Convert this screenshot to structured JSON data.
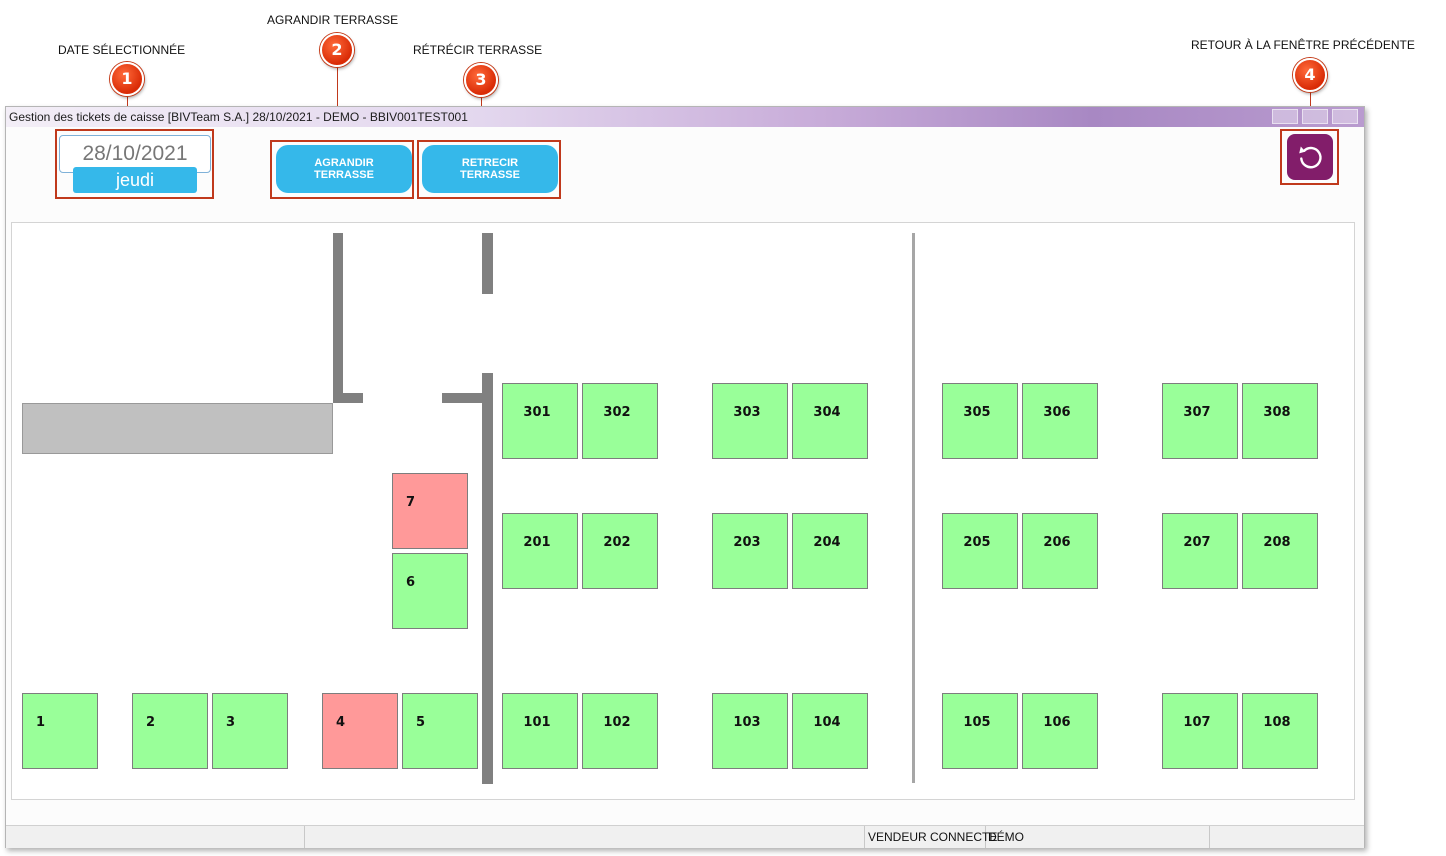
{
  "annotations": [
    {
      "number": "1",
      "label": "DATE SÉLECTIONNÉE"
    },
    {
      "number": "2",
      "label": "AGRANDIR TERRASSE"
    },
    {
      "number": "3",
      "label": "RÉTRÉCIR TERRASSE"
    },
    {
      "number": "4",
      "label": "RETOUR À LA FENÊTRE PRÉCÉDENTE"
    }
  ],
  "window": {
    "title": "Gestion des tickets de caisse   [BIVTeam S.A.]   28/10/2021  -  DEMO - BBIV001TEST001"
  },
  "toolbar": {
    "date": "28/10/2021",
    "day": "jeudi",
    "enlarge_label": "AGRANDIR\nTERRASSE",
    "shrink_label": "RETRECIR\nTERRASSE"
  },
  "tables": {
    "t1": {
      "label": "1",
      "status": "free"
    },
    "t2": {
      "label": "2",
      "status": "free"
    },
    "t3": {
      "label": "3",
      "status": "free"
    },
    "t4": {
      "label": "4",
      "status": "busy"
    },
    "t5": {
      "label": "5",
      "status": "free"
    },
    "t6": {
      "label": "6",
      "status": "free"
    },
    "t7": {
      "label": "7",
      "status": "busy"
    },
    "t101": {
      "label": "101",
      "status": "free"
    },
    "t102": {
      "label": "102",
      "status": "free"
    },
    "t103": {
      "label": "103",
      "status": "free"
    },
    "t104": {
      "label": "104",
      "status": "free"
    },
    "t105": {
      "label": "105",
      "status": "free"
    },
    "t106": {
      "label": "106",
      "status": "free"
    },
    "t107": {
      "label": "107",
      "status": "free"
    },
    "t108": {
      "label": "108",
      "status": "free"
    },
    "t201": {
      "label": "201",
      "status": "free"
    },
    "t202": {
      "label": "202",
      "status": "free"
    },
    "t203": {
      "label": "203",
      "status": "free"
    },
    "t204": {
      "label": "204",
      "status": "free"
    },
    "t205": {
      "label": "205",
      "status": "free"
    },
    "t206": {
      "label": "206",
      "status": "free"
    },
    "t207": {
      "label": "207",
      "status": "free"
    },
    "t208": {
      "label": "208",
      "status": "free"
    },
    "t301": {
      "label": "301",
      "status": "free"
    },
    "t302": {
      "label": "302",
      "status": "free"
    },
    "t303": {
      "label": "303",
      "status": "free"
    },
    "t304": {
      "label": "304",
      "status": "free"
    },
    "t305": {
      "label": "305",
      "status": "free"
    },
    "t306": {
      "label": "306",
      "status": "free"
    },
    "t307": {
      "label": "307",
      "status": "free"
    },
    "t308": {
      "label": "308",
      "status": "free"
    }
  },
  "colors": {
    "table_free": "#99ff99",
    "table_busy": "#ff9999",
    "button_blue": "#35b8ea",
    "back_button": "#821d6a",
    "annotation_red": "#e0390f"
  },
  "icons": {
    "back": "undo-arrow-icon"
  },
  "statusbar": {
    "seller_label": "VENDEUR CONNECTE",
    "seller_value": "DÉMO"
  }
}
